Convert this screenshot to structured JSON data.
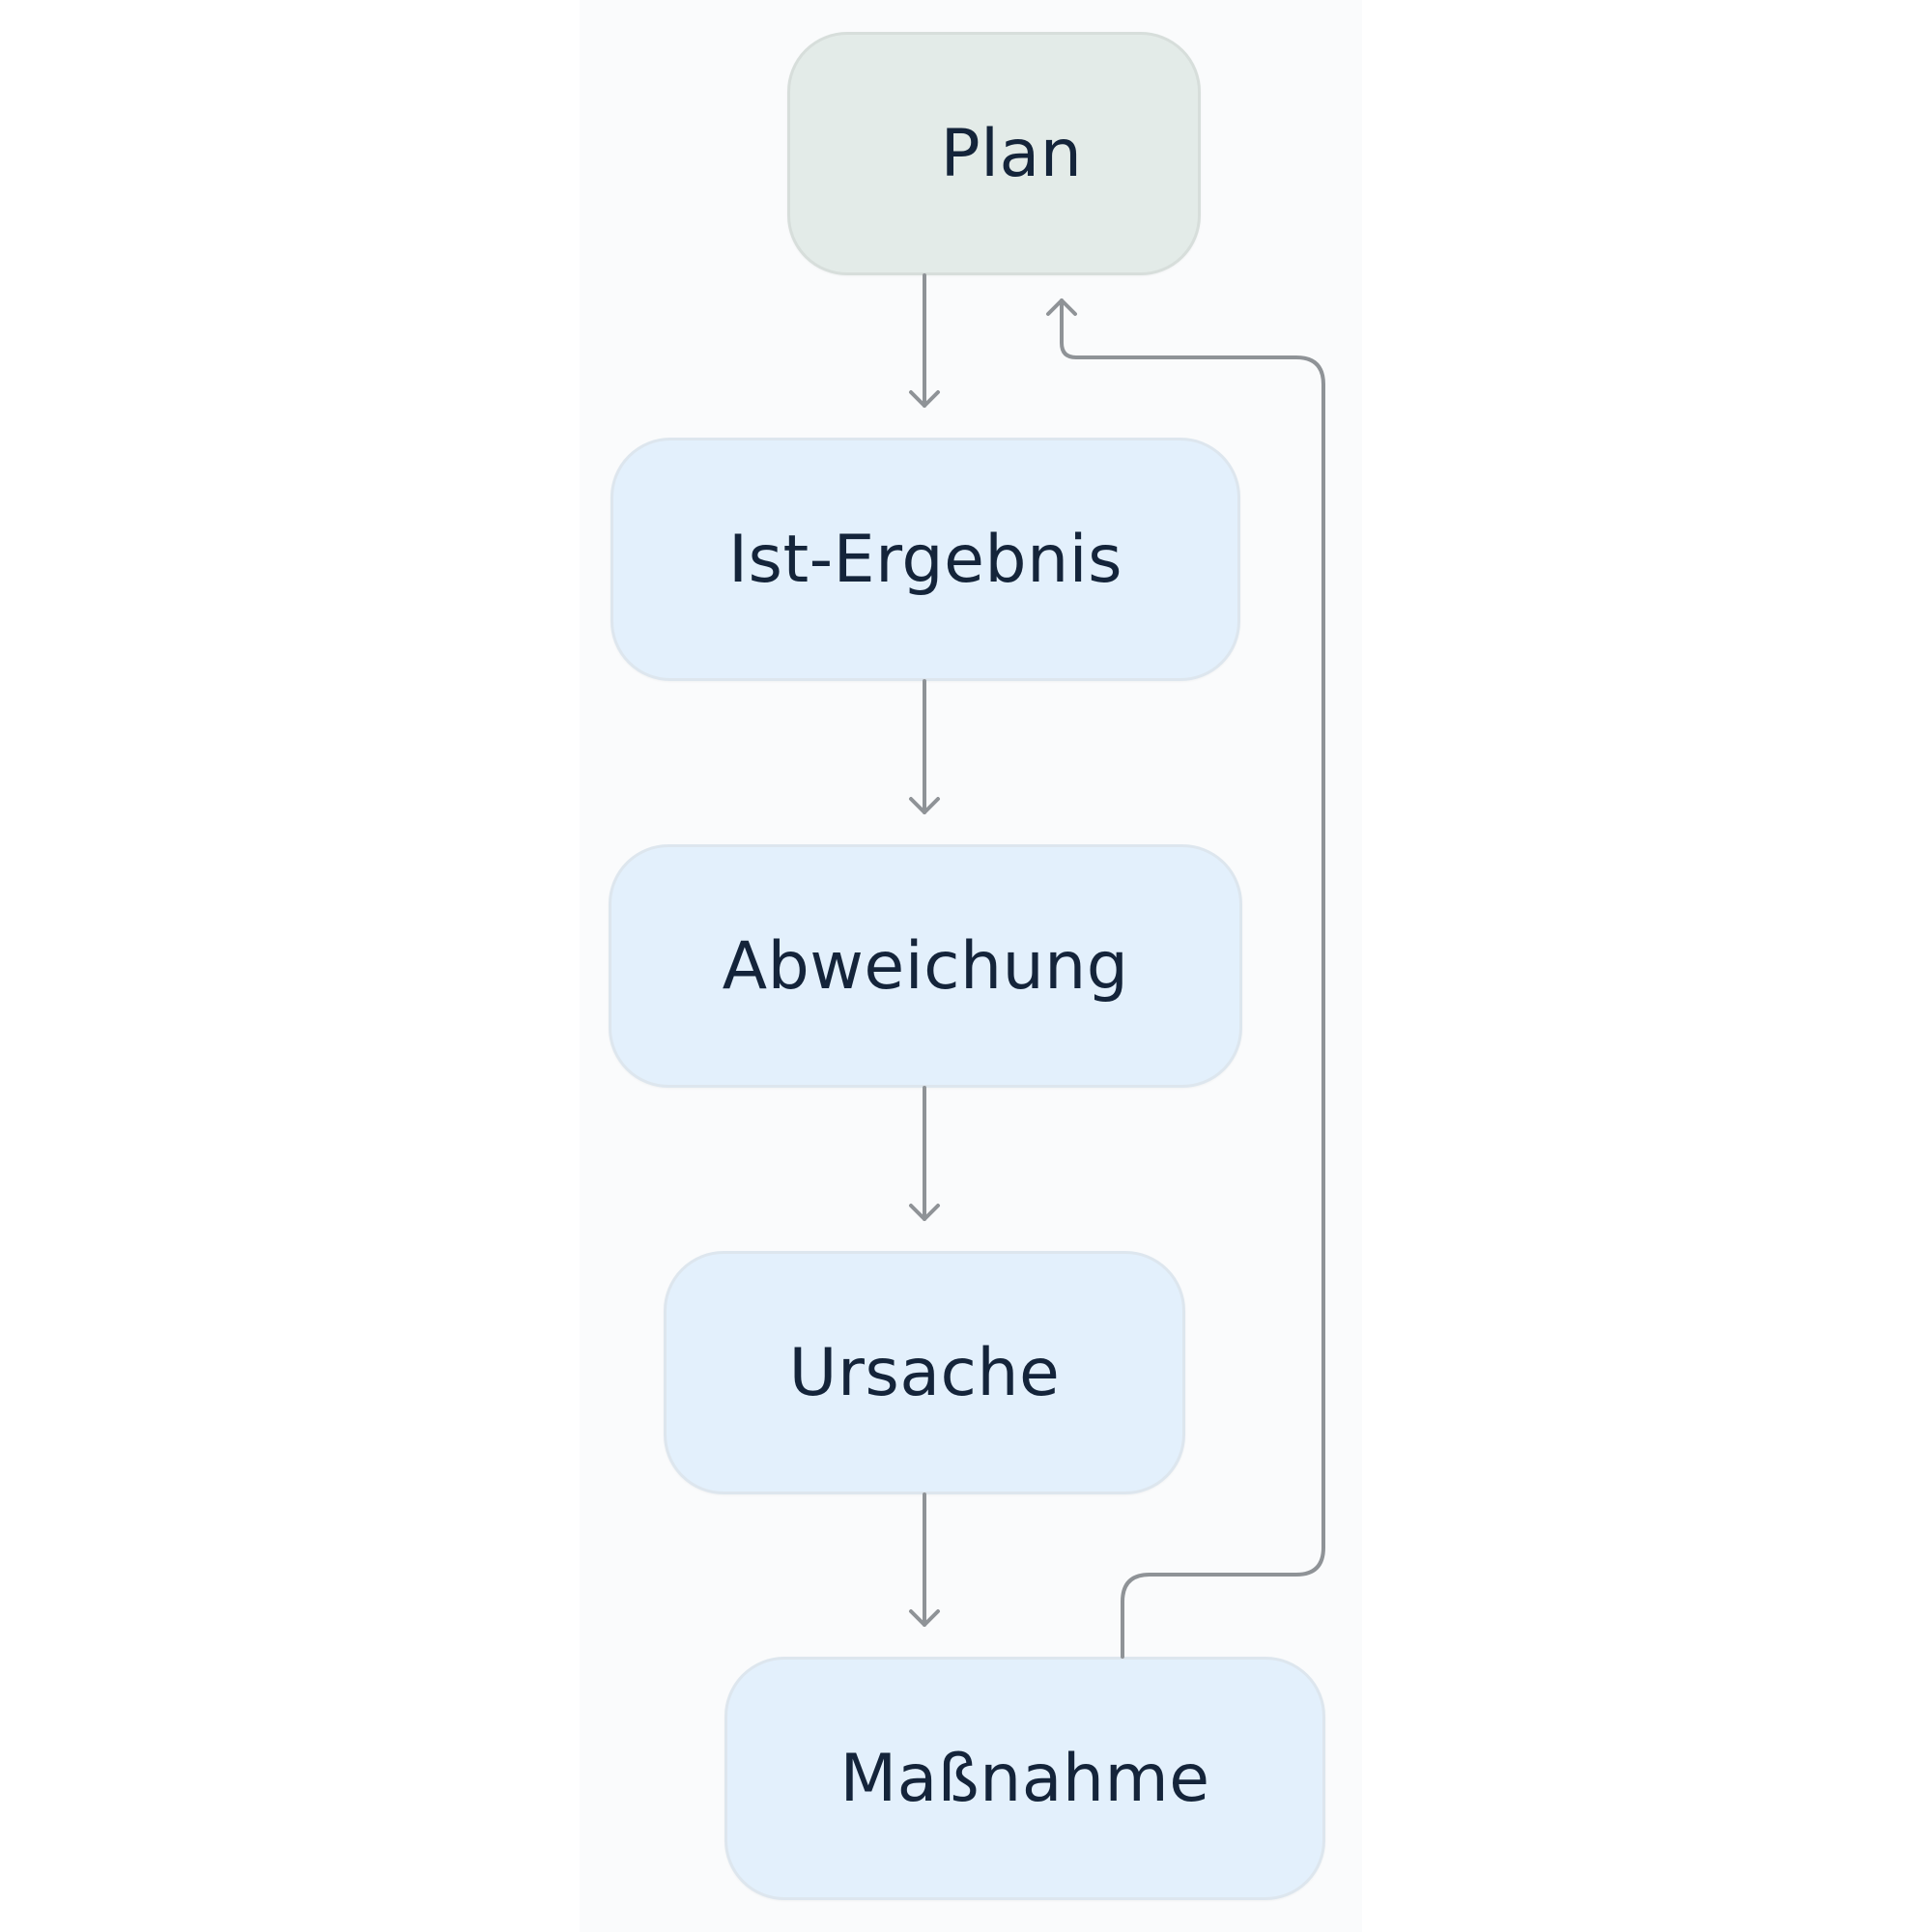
{
  "diagram": {
    "nodes": [
      {
        "id": "plan",
        "label": "Plan"
      },
      {
        "id": "ist",
        "label": "Ist-Ergebnis"
      },
      {
        "id": "abweichung",
        "label": "Abweichung"
      },
      {
        "id": "ursache",
        "label": "Ursache"
      },
      {
        "id": "massnahme",
        "label": "Maßnahme"
      }
    ],
    "edges": [
      {
        "from": "plan",
        "to": "ist"
      },
      {
        "from": "ist",
        "to": "abweichung"
      },
      {
        "from": "abweichung",
        "to": "ursache"
      },
      {
        "from": "ursache",
        "to": "massnahme"
      },
      {
        "from": "massnahme",
        "to": "plan"
      }
    ],
    "colors": {
      "node_fill": "#e3f0fc",
      "plan_fill": "#e3ebe8",
      "node_border": "#dde6ee",
      "text": "#14243a",
      "connector": "#8f9397",
      "panel_background": "#fafbfc"
    }
  }
}
